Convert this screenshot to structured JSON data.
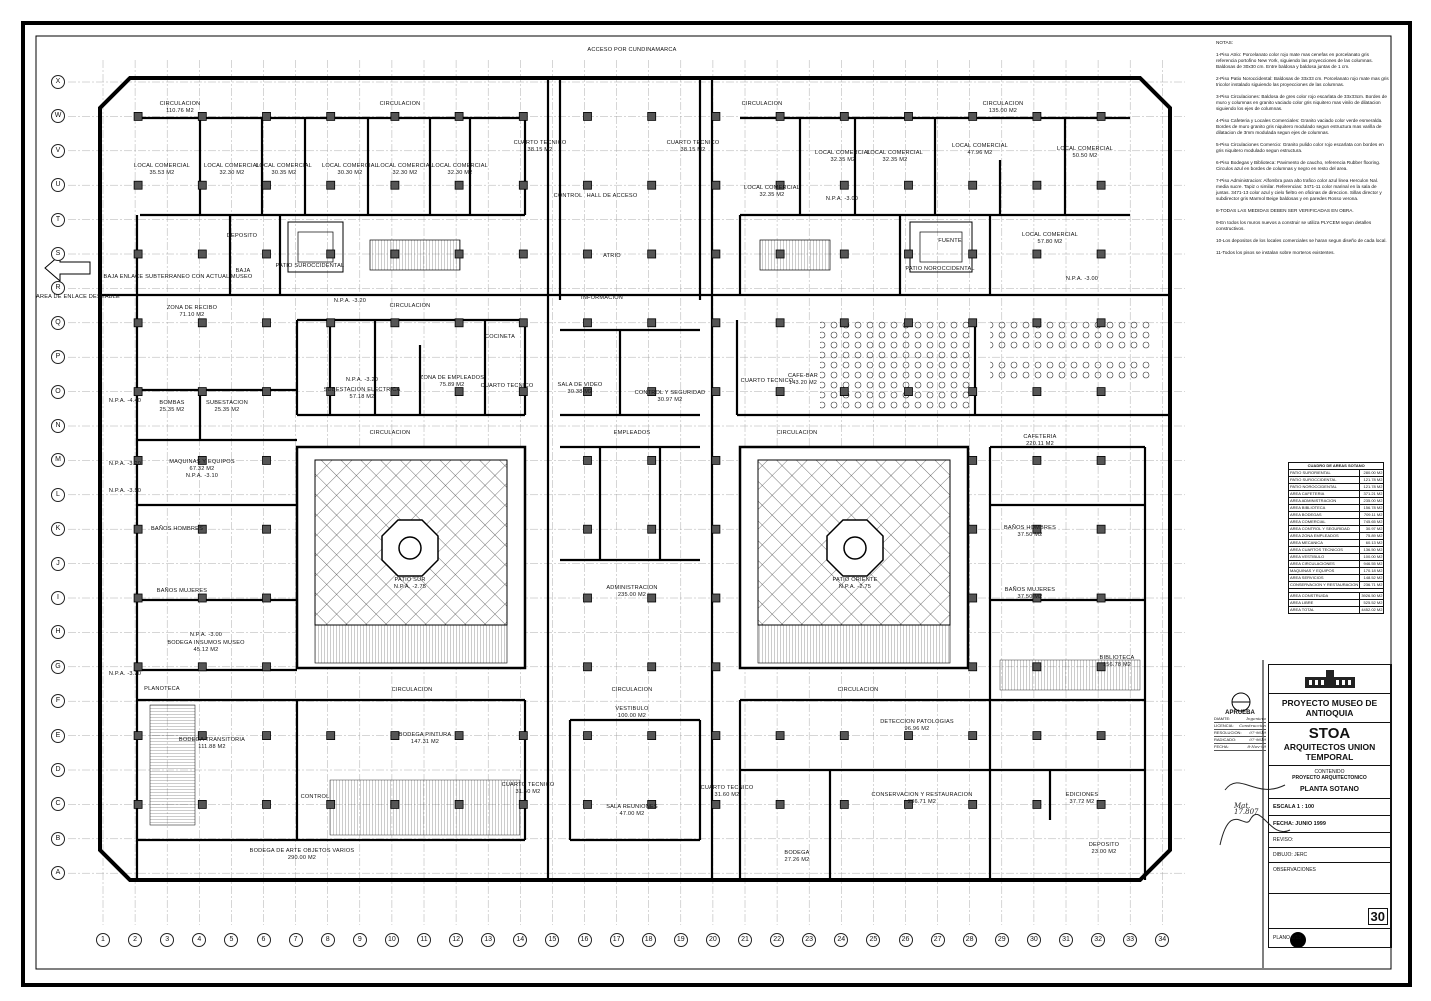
{
  "sheet": {
    "access_label": "ACCESO POR CUNDINAMARCA",
    "link_label": "BAJA ENLACE SUBTERRANEO CON ACTUAL MUSEO",
    "link_area_label": "AREA DE ENLACE DESEABLE",
    "row_axes": [
      "X",
      "W",
      "V",
      "U",
      "T",
      "S",
      "R",
      "Q",
      "P",
      "O",
      "N",
      "M",
      "L",
      "K",
      "J",
      "I",
      "H",
      "G",
      "F",
      "E",
      "D",
      "C",
      "B",
      "A"
    ],
    "column_axes": [
      "1",
      "2",
      "3",
      "4",
      "5",
      "6",
      "7",
      "8",
      "9",
      "10",
      "11",
      "12",
      "13",
      "14",
      "15",
      "16",
      "17",
      "18",
      "19",
      "20",
      "21",
      "22",
      "23",
      "24",
      "25",
      "26",
      "27",
      "28",
      "29",
      "30",
      "31",
      "32",
      "33",
      "34"
    ]
  },
  "rooms": [
    {
      "name": "CIRCULACION",
      "area": "110.76 M2"
    },
    {
      "name": "CIRCULACION",
      "area": ""
    },
    {
      "name": "LOCAL COMERCIAL",
      "area": "35.53 M2"
    },
    {
      "name": "LOCAL COMERCIAL",
      "area": "32.30 M2"
    },
    {
      "name": "LOCAL COMERCIAL",
      "area": "30.35 M2"
    },
    {
      "name": "LOCAL COMERCIAL",
      "area": "30.30 M2"
    },
    {
      "name": "LOCAL COMERCIAL",
      "area": "32.30 M2"
    },
    {
      "name": "LOCAL COMERCIAL",
      "area": "32.30 M2"
    },
    {
      "name": "CUARTO TECNICO",
      "area": "38.15 M2"
    },
    {
      "name": "HALL DE ACCESO",
      "area": ""
    },
    {
      "name": "CONTROL",
      "area": ""
    },
    {
      "name": "ATRIO",
      "area": ""
    },
    {
      "name": "INFORMACION",
      "area": ""
    },
    {
      "name": "DEPOSITO",
      "area": ""
    },
    {
      "name": "BAJA",
      "area": ""
    },
    {
      "name": "PATIO SUROCCIDENTAL",
      "area": ""
    },
    {
      "name": "CUARTO TECNICO",
      "area": "38.15 M2"
    },
    {
      "name": "CIRCULACION",
      "area": ""
    },
    {
      "name": "CIRCULACION",
      "area": "135.00 M2"
    },
    {
      "name": "LOCAL COMERCIAL",
      "area": "32.35 M2"
    },
    {
      "name": "LOCAL COMERCIAL",
      "area": "32.35 M2"
    },
    {
      "name": "LOCAL COMERCIAL",
      "area": "47.96 M2"
    },
    {
      "name": "LOCAL COMERCIAL",
      "area": "50.50 M2"
    },
    {
      "name": "LOCAL COMERCIAL",
      "area": "32.35 M2"
    },
    {
      "name": "LOCAL COMERCIAL",
      "area": "57.80 M2"
    },
    {
      "name": "FUENTE",
      "area": ""
    },
    {
      "name": "PATIO NOROCCIDENTAL",
      "area": ""
    },
    {
      "name": "ZONA DE RECIBO",
      "area": "71.10 M2"
    },
    {
      "name": "CIRCULACION",
      "area": ""
    },
    {
      "name": "SUBESTACION ELECTRICA",
      "area": "57.18 M2"
    },
    {
      "name": "ZONA DE EMPLEADOS",
      "area": "75.89 M2"
    },
    {
      "name": "CUARTO TECNICO",
      "area": ""
    },
    {
      "name": "COCINETA",
      "area": ""
    },
    {
      "name": "BOMBAS",
      "area": "25.35 M2"
    },
    {
      "name": "SUBESTACION",
      "area": "25.35 M2"
    },
    {
      "name": "MAQUINAS Y EQUIPOS",
      "area": "67.32 M2"
    },
    {
      "name": "CIRCULACION",
      "area": ""
    },
    {
      "name": "EMPLEADOS",
      "area": ""
    },
    {
      "name": "CIRCULACION",
      "area": ""
    },
    {
      "name": "SALA DE VIDEO",
      "area": "30.38 M2"
    },
    {
      "name": "CONTROL Y SEGURIDAD",
      "area": "30.97 M2"
    },
    {
      "name": "CUARTO TECNICO",
      "area": ""
    },
    {
      "name": "CAFE-BAR",
      "area": "143.20 M2"
    },
    {
      "name": "CAFETERIA",
      "area": "220.11 M2"
    },
    {
      "name": "BAÑOS HOMBRES",
      "area": ""
    },
    {
      "name": "BAÑOS MUJERES",
      "area": ""
    },
    {
      "name": "BODEGA INSUMOS MUSEO",
      "area": "45.12 M2"
    },
    {
      "name": "PATIO SUR",
      "area": "N.P.A. -2.75"
    },
    {
      "name": "PATIO ORIENTE",
      "area": "N.P.A. -2.75"
    },
    {
      "name": "ADMINISTRACION",
      "area": "235.00 M2"
    },
    {
      "name": "BAÑOS HOMBRES",
      "area": "37.50 M2"
    },
    {
      "name": "BAÑOS MUJERES",
      "area": "37.50 M2"
    },
    {
      "name": "BIBLIOTECA",
      "area": "156.78 M2"
    },
    {
      "name": "PLANOTECA",
      "area": ""
    },
    {
      "name": "BODEGA TRANSITORIA",
      "area": "111.88 M2"
    },
    {
      "name": "BODEGA PINTURA",
      "area": "147.31 M2"
    },
    {
      "name": "CONTROL",
      "area": ""
    },
    {
      "name": "CIRCULACION",
      "area": ""
    },
    {
      "name": "CIRCULACION",
      "area": ""
    },
    {
      "name": "VESTIBULO",
      "area": "100.00 M2"
    },
    {
      "name": "CUARTO TECNICO",
      "area": "31.50 M2"
    },
    {
      "name": "SALA REUNIONES",
      "area": "47.00 M2"
    },
    {
      "name": "BODEGA DE ARTE OBJETOS VARIOS",
      "area": "290.00 M2"
    },
    {
      "name": "CIRCULACION",
      "area": ""
    },
    {
      "name": "DETECCION PATOLOGIAS",
      "area": "96.96 M2"
    },
    {
      "name": "CUARTO TECNICO",
      "area": "31.60 M2"
    },
    {
      "name": "CONSERVACION Y RESTAURACION",
      "area": "236.71 M2"
    },
    {
      "name": "EDICIONES",
      "area": "37.72 M2"
    },
    {
      "name": "BODEGA",
      "area": "27.26 M2"
    },
    {
      "name": "DEPOSITO",
      "area": "23.00 M2"
    }
  ],
  "levels": [
    "N.P.A. -3.20",
    "N.P.A. -3.20",
    "N.P.A. -3.10",
    "N.P.A. -4.40",
    "N.P.A. -3.20",
    "N.P.A. -3.50",
    "N.P.A. -3.00",
    "N.P.A. -3.20",
    "N.P.A. -3.00",
    "N.P.A. -3.00"
  ],
  "notes": {
    "title": "NOTAS:",
    "items": [
      "1-Piso Atrio: Porcelanato color rojo mate mas cenefas en porcelanato gris referencia portofino New York, siguiendo las proyecciones de las columnas. Baldosas de 30x30 cm. Entre baldosa y baldosa juntas de 1 cm.",
      "2-Piso Patio Noroccidental: Baldosas de 33x33 cm. Porcelanato rojo mate mas gris tricolor instalado siguiendo las proyecciones de las columnas.",
      "3-Piso Circulaciones: Baldosa de gres color rojo escarlata de 33x33cm. Bordes de muro y columnas en granito vaciado color gris niquitero mas vinilo de dilatacion siguiendo los ejes de columnas.",
      "4-Piso Cafeteria y Locales Comerciales: Granito vaciado color verde esmeralda. Bordes de muro granito gris niquitero modulado segun estructura mas varilla de dilatacion de 3mm modulada segun ejes de columnas.",
      "5-Piso Circulaciones Comercio: Granito pulido color rojo escarlata con bordes en gris niquitero modulado segun estructura.",
      "6-Piso Bodegas y Biblioteca: Pavimento de caucho, referencia Rubber flooring. Circulos azul en bordes de columnas y negro en resto del area.",
      "7-Piso Administracion: Alfombra para alto trafico color azul linea Herculon Nal. media sucre. Tapiz o similar. Referencias: 3471-11 color marinal en la sala de juntas. 3471-13 color azul y cielo fieltro en oficinas de direccion. Sillas director y subdirector gris Marmol Beige baldosas y en paredes Rosso verona.",
      "8-TODAS LAS MEDIDAS DEBEN SER VERIFICADAS EN OBRA.",
      "9-En todos los muros nuevos a construir se utiliza PLYCEM segun detalles constructivos.",
      "10-Los depositos de los locales comerciales se haran segun diseño de cada local.",
      "11-Todos los pisos se instalan sobre morteros existentes."
    ]
  },
  "area_table": {
    "title": "CUADRO DE AREAS SOTANO",
    "rows": [
      [
        "PATIO SURORIENTAL",
        "280.00 M2"
      ],
      [
        "PATIO SUROCCIDENTAL",
        "121.78 M2"
      ],
      [
        "PATIO NOROCCIDENTAL",
        "121.78 M2"
      ],
      [
        "AREA CAFETERIA",
        "371.21 M2"
      ],
      [
        "AREA ADMINISTRACION",
        "235.00 M2"
      ],
      [
        "AREA BIBLIOTECA",
        "156.78 M2"
      ],
      [
        "AREA BODEGAS",
        "709.11 M2"
      ],
      [
        "AREA COMERCIAL",
        "745.65 M2"
      ],
      [
        "AREA CONTROL Y SEGURIDAD",
        "30.97 M2"
      ],
      [
        "AREA ZONA EMPLEADOS",
        "75.89 M2"
      ],
      [
        "AREA MECANICA",
        "60.13 M2"
      ],
      [
        "AREA CUARTOS TECNICOS",
        "136.50 M2"
      ],
      [
        "AREA VESTIBULO",
        "100.00 M2"
      ],
      [
        "AREA CIRCULACIONES",
        "946.55 M2"
      ],
      [
        "MAQUINAS Y EQUIPOS",
        "170.18 M2"
      ],
      [
        "AREA SERVICIOS",
        "148.52 M2"
      ],
      [
        "CONSERVACION Y RESTAURACION",
        "236.71 M2"
      ]
    ],
    "totals": [
      [
        "AREA CONSTRUIDA",
        "3926.50 M2"
      ],
      [
        "AREA LIBRE",
        "525.52 M2"
      ],
      [
        "AREA TOTAL",
        "4452.02 M2"
      ]
    ]
  },
  "approval": {
    "title": "APRUEBA",
    "fields": [
      {
        "label": "DIAMTE:",
        "value": "Ingeniero"
      },
      {
        "label": "LICENCIA:",
        "value": "Construccion"
      },
      {
        "label": "RESOLUCION:",
        "value": "07-9619"
      },
      {
        "label": "RADICADO:",
        "value": "07-9619"
      },
      {
        "label": "FECHA:",
        "value": "8-Nov-99"
      }
    ],
    "signature_note": "Mat. 17.807"
  },
  "title_block": {
    "project": "PROYECTO MUSEO DE ANTIOQUIA",
    "firm": "STOA",
    "firm_sub": "ARQUITECTOS UNION TEMPORAL",
    "content_label": "CONTENIDO",
    "content": "PROYECTO ARQUITECTONICO",
    "drawing": "PLANTA SOTANO",
    "scale": "ESCALA 1 : 100",
    "date": "FECHA: JUNIO 1999",
    "reviewed": "REVISO:",
    "drawn": "DIBUJO: JERC",
    "observations": "OBSERVACIONES",
    "sheet_number": "30",
    "plan": "PLANO 1/13"
  }
}
